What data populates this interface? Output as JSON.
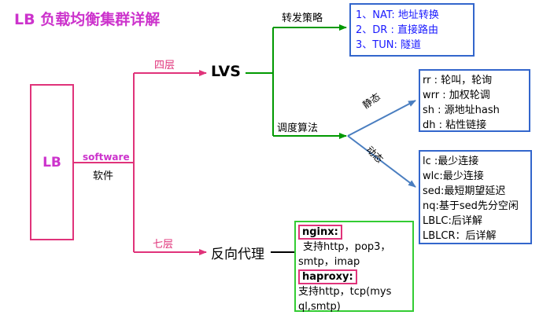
{
  "title": "LB 负载均衡集群详解",
  "lb": {
    "label": "LB",
    "software_en": "software",
    "software_cn": "软件"
  },
  "layers": {
    "l4": "四层",
    "l7": "七层"
  },
  "lvs": {
    "label": "LVS",
    "forwarding": {
      "label": "转发策略",
      "items": [
        "1、NAT: 地址转换",
        "2、DR : 直接路由",
        "3、TUN: 隧道"
      ]
    },
    "scheduling": {
      "label": "调度算法",
      "static": {
        "label": "静态",
        "items": [
          "rr : 轮叫，轮询",
          "wrr : 加权轮调",
          "sh : 源地址hash",
          "dh : 粘性链接"
        ]
      },
      "dynamic": {
        "label": "动态",
        "items": [
          "lc :最少连接",
          "wlc:最少连接",
          "sed:最短期望延迟",
          "nq:基于sed先分空闲",
          "LBLC:后详解",
          "LBLCR：后详解"
        ]
      }
    }
  },
  "proxy": {
    "label": "反向代理",
    "nginx": {
      "name": "nginx:",
      "desc": [
        "支持http，pop3，",
        "smtp，imap"
      ]
    },
    "haproxy": {
      "name": "haproxy:",
      "desc": [
        "支持http，tcp(mys",
        "ql,smtp)"
      ]
    }
  },
  "colors": {
    "magenta": "#cc33cc",
    "red": "#e0337a",
    "green": "#009900",
    "blue": "#3366cc",
    "bright_green": "#33cc33"
  }
}
